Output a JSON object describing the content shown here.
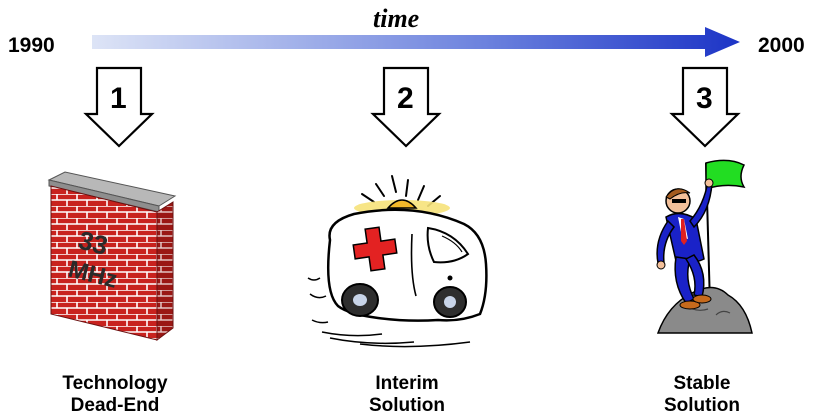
{
  "timeline": {
    "start_year": "1990",
    "end_year": "2000",
    "label": "time"
  },
  "steps": [
    {
      "number": "1",
      "caption_line1": "Technology",
      "caption_line2": "Dead-End",
      "icon": "brick-wall-icon"
    },
    {
      "number": "2",
      "caption_line1": "Interim",
      "caption_line2": "Solution",
      "icon": "ambulance-icon"
    },
    {
      "number": "3",
      "caption_line1": "Stable",
      "caption_line2": "Solution",
      "icon": "summit-flag-icon"
    }
  ],
  "wall_text": {
    "line1": "33",
    "line2": "MHz"
  },
  "colors": {
    "arrow_start": "#dde4f6",
    "arrow_end": "#1c34c6",
    "brick": "#c8221e",
    "flag": "#22dd22",
    "suit": "#1a22c8"
  }
}
